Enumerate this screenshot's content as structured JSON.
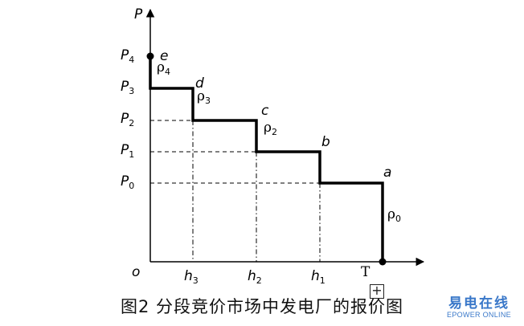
{
  "axes": {
    "y_label": "P",
    "origin_label": "o",
    "x_end_label": "T"
  },
  "y_levels": [
    {
      "base": "P",
      "sub": "4"
    },
    {
      "base": "P",
      "sub": "3"
    },
    {
      "base": "P",
      "sub": "2"
    },
    {
      "base": "P",
      "sub": "1"
    },
    {
      "base": "P",
      "sub": "0"
    }
  ],
  "x_ticks": [
    {
      "base": "h",
      "sub": "3"
    },
    {
      "base": "h",
      "sub": "2"
    },
    {
      "base": "h",
      "sub": "1"
    }
  ],
  "points": {
    "e": "e",
    "d": "d",
    "c": "c",
    "b": "b",
    "a": "a"
  },
  "rho": [
    {
      "base": "ρ",
      "sub": "4"
    },
    {
      "base": "ρ",
      "sub": "3"
    },
    {
      "base": "ρ",
      "sub": "2"
    },
    {
      "base": "ρ",
      "sub": "0"
    }
  ],
  "caption": "图2  分段竞价市场中发电厂的报价图",
  "expand_glyph": "+",
  "watermark": {
    "top": "易电在线",
    "bottom": "EPOWER ONLINE"
  },
  "colors": {
    "line": "#000000",
    "watermark": "#3a78c9"
  }
}
